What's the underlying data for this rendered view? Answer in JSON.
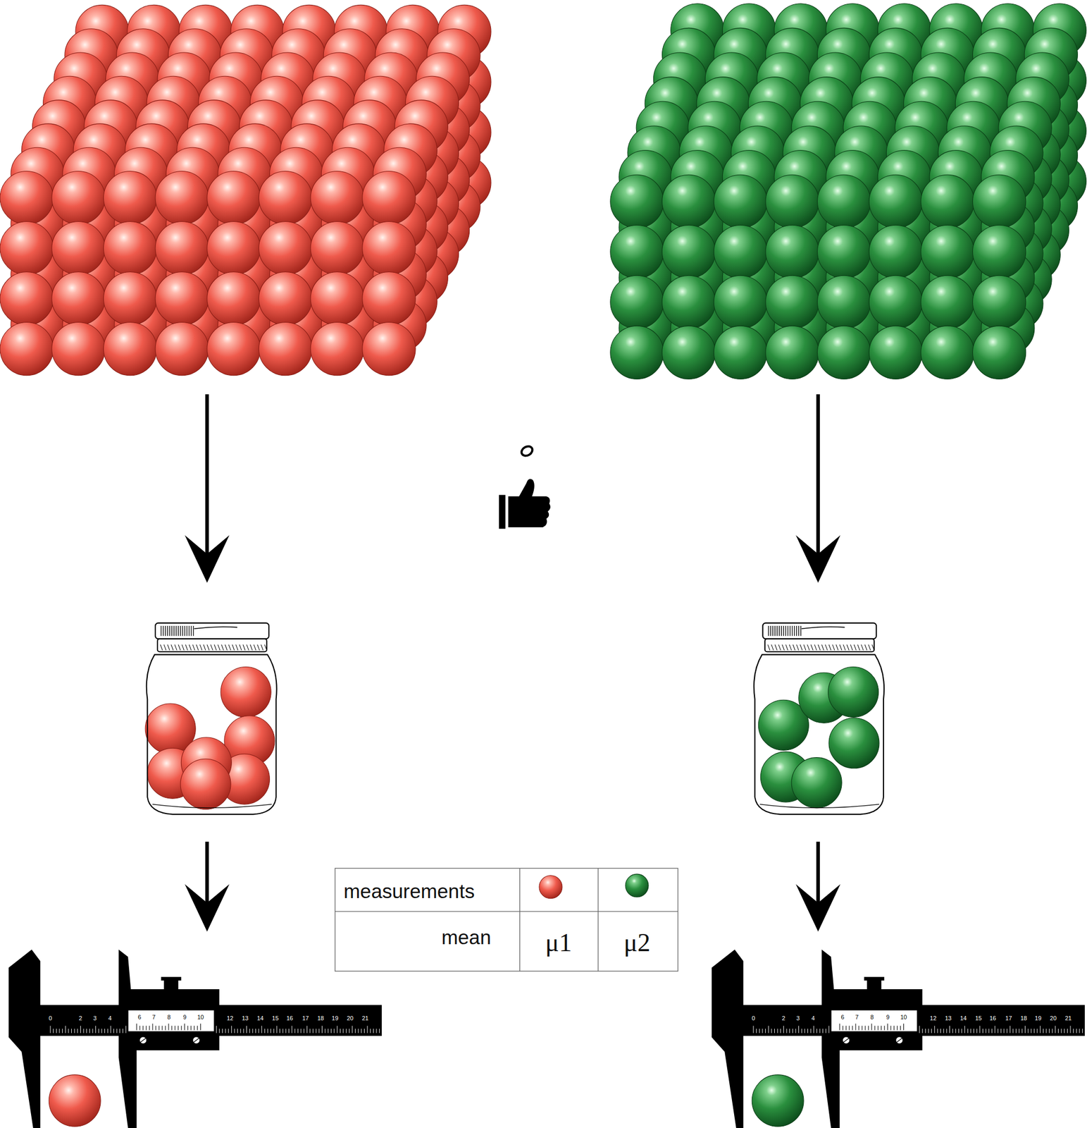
{
  "diagram": {
    "labels": [
      "measurements",
      "mean",
      "μ1",
      "μ2",
      "0",
      "2",
      "3",
      "4",
      "6",
      "7",
      "8",
      "9",
      "10",
      "12",
      "13",
      "14",
      "15",
      "16",
      "17",
      "18",
      "19",
      "20",
      "21",
      "0",
      "2",
      "3",
      "4",
      "6",
      "7",
      "8",
      "9",
      "10",
      "12",
      "13",
      "14",
      "15",
      "16",
      "17",
      "18",
      "19",
      "20",
      "21"
    ]
  }
}
